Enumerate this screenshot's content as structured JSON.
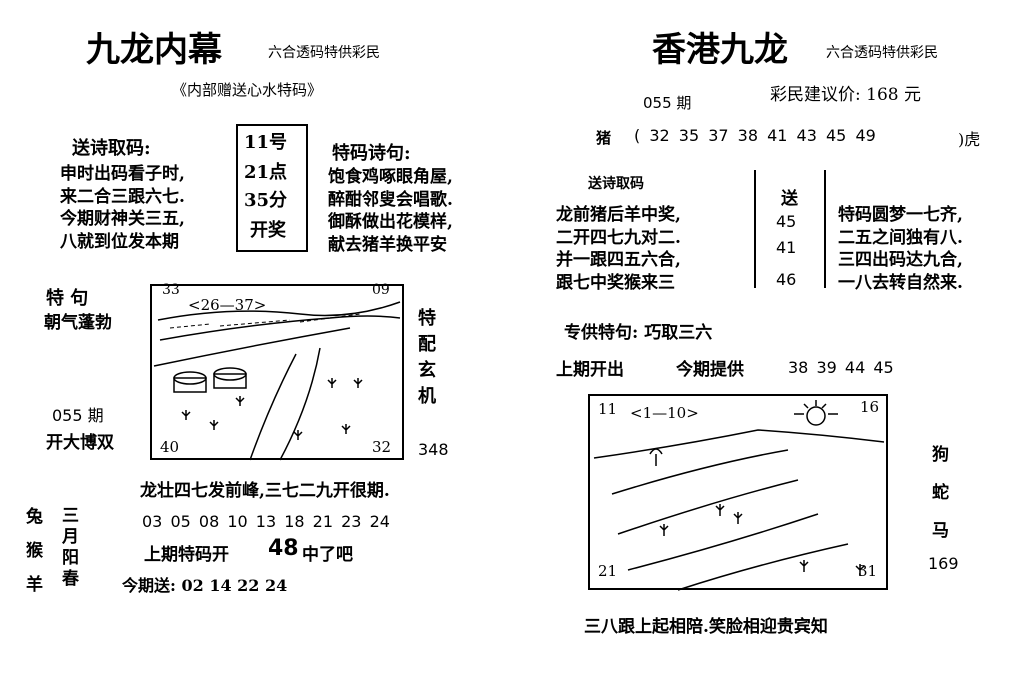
{
  "left": {
    "title": "九龙内幕",
    "subtitle": "六合透码特供彩民",
    "quote": "《内部赠送心水特码》",
    "poem_header": "送诗取码:",
    "poem_lines": [
      "申时出码看子时,",
      "来二合三跟六七.",
      "今期财神关三五,",
      "八就到位发本期"
    ],
    "time_box": [
      "11号",
      "21点",
      "35分",
      "开奖"
    ],
    "special_header": "特码诗句:",
    "special_lines": [
      "饱食鸡啄眼角屋,",
      "醉酣邻叟会唱歌.",
      "御酥做出花模样,",
      "献去猪羊换平安"
    ],
    "special_phrase_title": "特   句",
    "special_phrase": "朝气蓬勃",
    "issue": "055 期",
    "big_small": "开大博双",
    "pic_top_left": "33",
    "pic_top_right": "09",
    "pic_range": "<26—37>",
    "pic_bottom_left": "40",
    "pic_bottom_right": "32",
    "side_text": [
      "特",
      "配",
      "玄",
      "机"
    ],
    "side_number": "348",
    "summary_line": "龙壮四七发前峰,三七二九开很期.",
    "animals": [
      "兔",
      "猴",
      "羊"
    ],
    "season": [
      "三",
      "月",
      "阳",
      "春"
    ],
    "numbers_row": "03 05 08 10 13 18 21 23 24",
    "last_special_prefix": "上期特码开",
    "last_special_number": "48",
    "last_special_suffix": "中了吧",
    "today_send": "今期送: 02 14 22 24"
  },
  "right": {
    "title": "香港九龙",
    "subtitle": "六合透码特供彩民",
    "issue": "055 期",
    "price": "彩民建议价: 168 元",
    "pig_label": "猪",
    "pig_numbers": "( 32 35 37 38 41 43 45 49",
    "tiger_label": ")虎",
    "poem_header": "送诗取码",
    "poem_lines": [
      "龙前猪后羊中奖,",
      "二开四七九对二.",
      "并一跟四五六合,",
      "跟七中奖猴来三"
    ],
    "send_label": "送",
    "send_numbers": [
      "45",
      "41",
      "46"
    ],
    "poem2_lines": [
      "特码圆梦一七齐,",
      "二五之间独有八.",
      "三四出码达九合,",
      "一八去转自然来."
    ],
    "special_phrase": "专供特句:  巧取三六",
    "last_open": "上期开出",
    "today_provide": "今期提供",
    "provide_numbers": "38 39 44 45",
    "pic_top_left": "11",
    "pic_range": "<1—10>",
    "pic_top_right": "16",
    "pic_bottom_left": "21",
    "pic_bottom_right": "31",
    "side_animals": [
      "狗",
      "蛇",
      "马"
    ],
    "side_number": "169",
    "bottom_line": "三八跟上起相陪.笑脸相迎贵宾知"
  }
}
